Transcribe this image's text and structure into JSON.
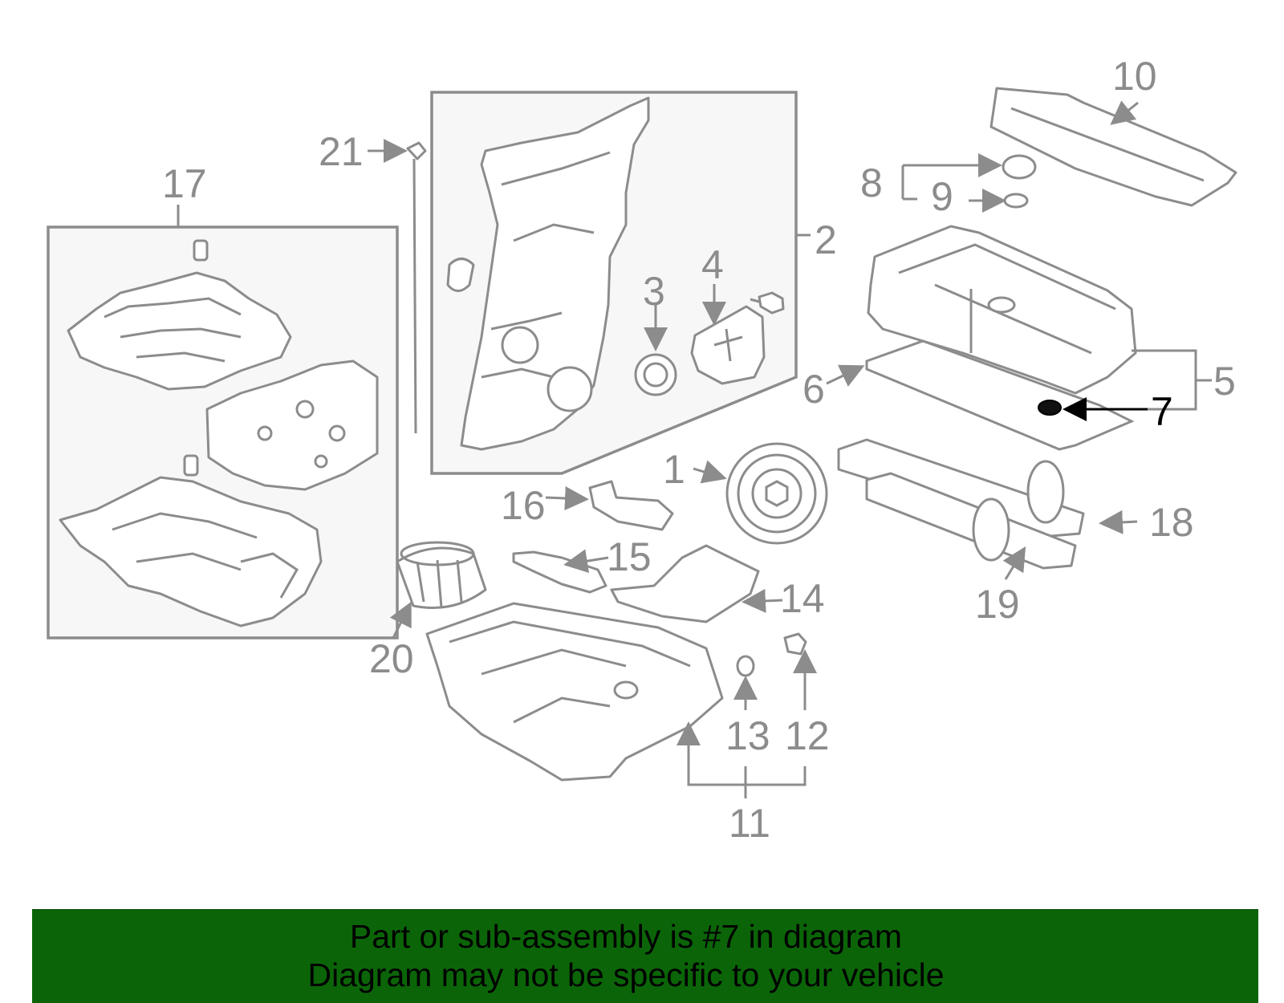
{
  "callouts": [
    "1",
    "2",
    "3",
    "4",
    "5",
    "6",
    "7",
    "8",
    "9",
    "10",
    "11",
    "12",
    "13",
    "14",
    "15",
    "16",
    "17",
    "18",
    "19",
    "20",
    "21"
  ],
  "highlighted_callout": "7",
  "colors": {
    "banner_bg": "#0b6508",
    "line_gray": "#8c8c8c",
    "highlight": "#000000"
  },
  "banner": {
    "line1": "Part or sub-assembly is #7 in diagram",
    "line2": "Diagram may not be specific to your vehicle"
  }
}
